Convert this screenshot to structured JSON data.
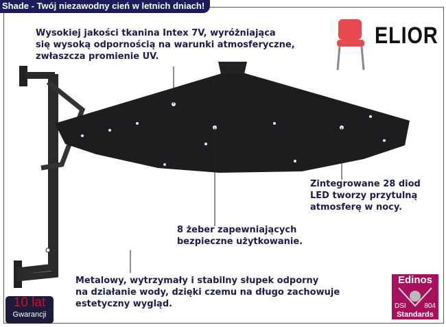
{
  "header": {
    "title": "Shade - Twój niezawodny cień w letnich dniach!"
  },
  "brand": {
    "name": "ELIOR"
  },
  "features": [
    {
      "lines": [
        "Wysokiej jakości tkanina Intex 7V, wyróżniająca",
        "się wysoką odpornością na warunki atmosferyczne,",
        "zwłaszcza promienie UV."
      ]
    },
    {
      "lines": [
        "Zintegrowane 28 diod",
        "LED tworzy przytulną",
        "atmosferę w nocy."
      ]
    },
    {
      "lines": [
        "8 żeber zapewniających",
        "bezpieczne użytkowanie."
      ]
    },
    {
      "lines": [
        "Metalowy, wytrzymały i stabilny słupek odporny",
        "na działanie wody, dzięki czemu na długo zachowuje",
        "estetyczny wygląd."
      ]
    }
  ],
  "warranty": {
    "value": "10 lat",
    "label": "Gwarancji"
  },
  "certification": {
    "name": "Edinos",
    "left": "DSI",
    "right": "804",
    "label": "Standards"
  }
}
